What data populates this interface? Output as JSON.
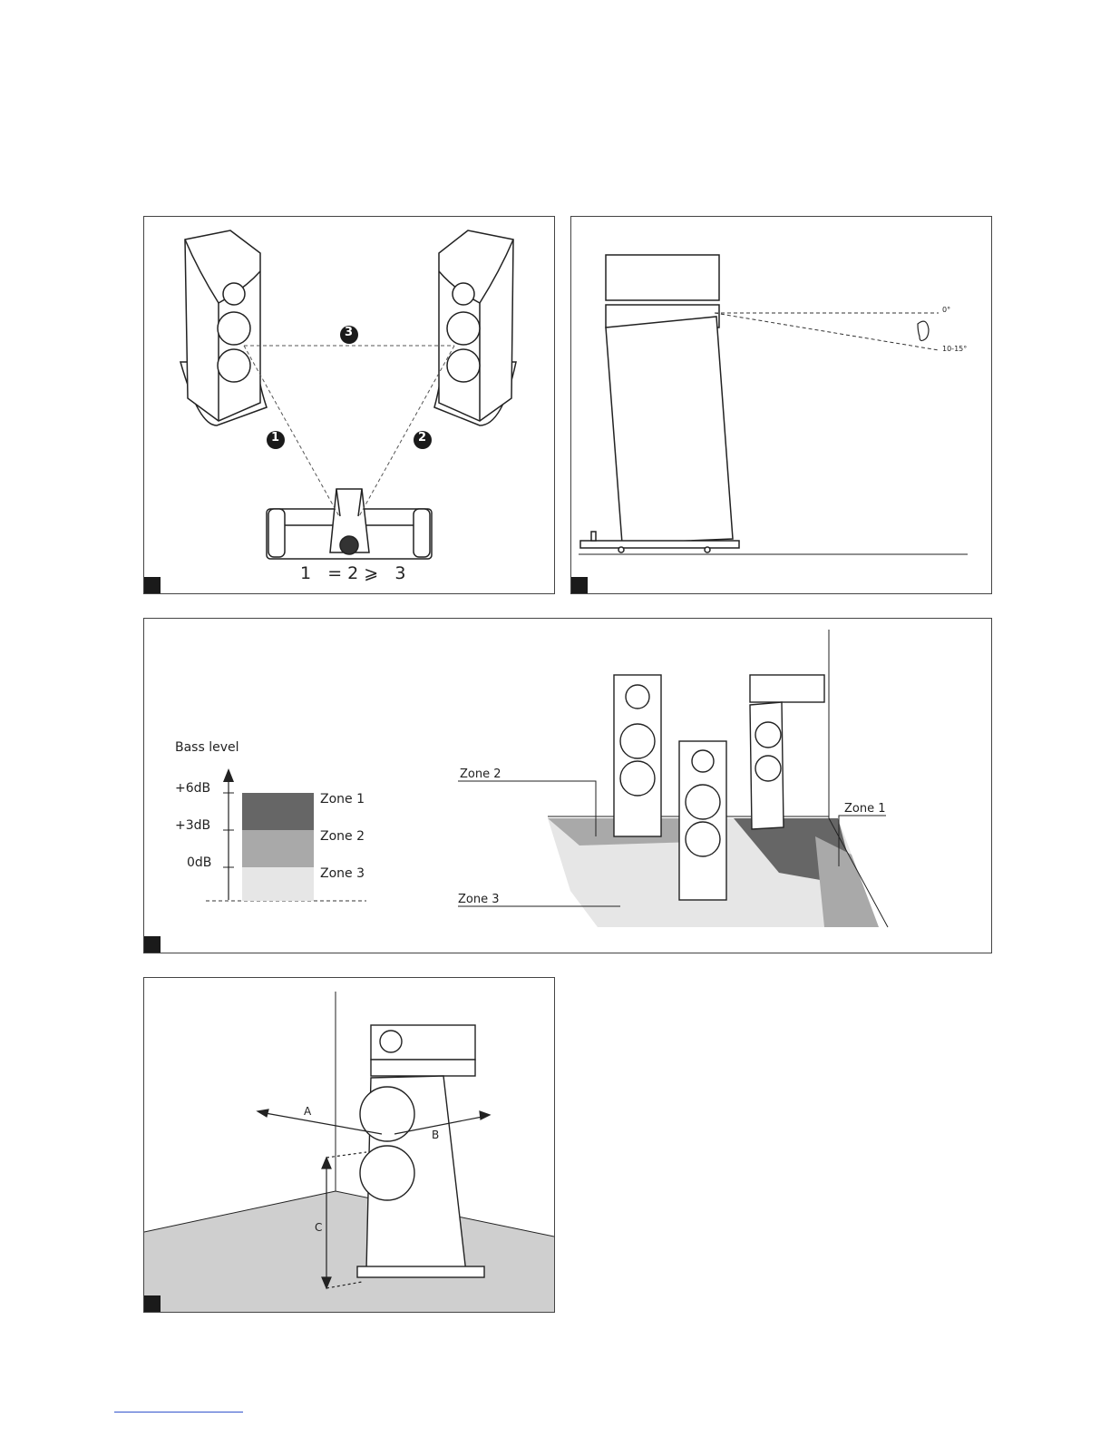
{
  "panel1": {
    "markers": [
      "1",
      "2",
      "3"
    ],
    "formula": "1   = 2 ⩾   3"
  },
  "panel2": {
    "angle_top": "0°",
    "angle_bottom": "10-15°"
  },
  "panel3": {
    "axis_title": "Bass level",
    "levels": [
      "+6dB",
      "+3dB",
      "0dB"
    ],
    "zones": [
      {
        "label": "Zone 1",
        "color": "#666666"
      },
      {
        "label": "Zone 2",
        "color": "#a9a9a9"
      },
      {
        "label": "Zone 3",
        "color": "#e6e6e6"
      }
    ],
    "callouts": [
      "Zone 2",
      "Zone 3",
      "Zone 1"
    ]
  },
  "panel4": {
    "dimensions": [
      "A",
      "B",
      "C"
    ]
  }
}
